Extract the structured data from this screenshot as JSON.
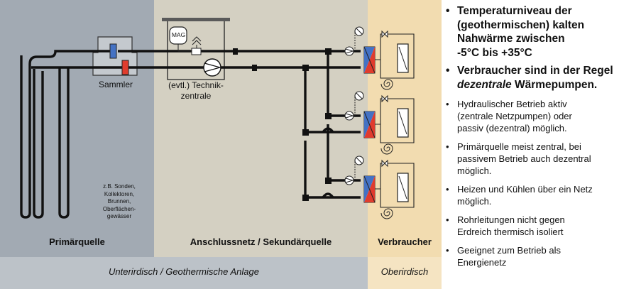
{
  "zones": {
    "primary": {
      "label": "Primärquelle",
      "color": "#a2aab3"
    },
    "network": {
      "label": "Anschlussnetz / Sekundärquelle",
      "color": "#d4d0c2"
    },
    "consumer": {
      "label": "Verbraucher",
      "color": "#f2dcb0"
    }
  },
  "bottom_bar": {
    "underground": "Unterirdisch / Geothermische Anlage",
    "aboveground": "Oberirdisch",
    "color_left": "#bcc2c8",
    "color_right": "#f5e4c2"
  },
  "components": {
    "collector": "Sammler",
    "central_line1": "(evtl.) Technik-",
    "central_line2": "zentrale",
    "mag": "MAG",
    "sources": [
      "z.B. Sonden,",
      "Kollektoren,",
      "Brunnen,",
      "Oberflächen-",
      "gewässer"
    ]
  },
  "colors": {
    "cold": "#4472c4",
    "warm": "#e03c2d",
    "pipe": "#111111"
  },
  "bullets": {
    "b1": [
      "Temperaturniveau der",
      "(geothermischen) kalten",
      "Nahwärme zwischen",
      "-5°C bis +35°C"
    ],
    "b2_line1": "Verbraucher sind in der Regel",
    "b2_em": "dezentrale",
    "b2_rest": " Wärmepumpen.",
    "b3": [
      "Hydraulischer Betrieb aktiv",
      "(zentrale Netzpumpen) oder",
      "passiv (dezentral) möglich."
    ],
    "b4": [
      "Primärquelle meist zentral, bei",
      "passivem Betrieb auch dezentral",
      "möglich."
    ],
    "b5": [
      "Heizen und Kühlen über ein Netz",
      "möglich."
    ],
    "b6": [
      "Rohrleitungen nicht gegen",
      "Erdreich thermisch isoliert"
    ],
    "b7": [
      "Geeignet zum Betrieb als",
      "Energienetz"
    ]
  }
}
